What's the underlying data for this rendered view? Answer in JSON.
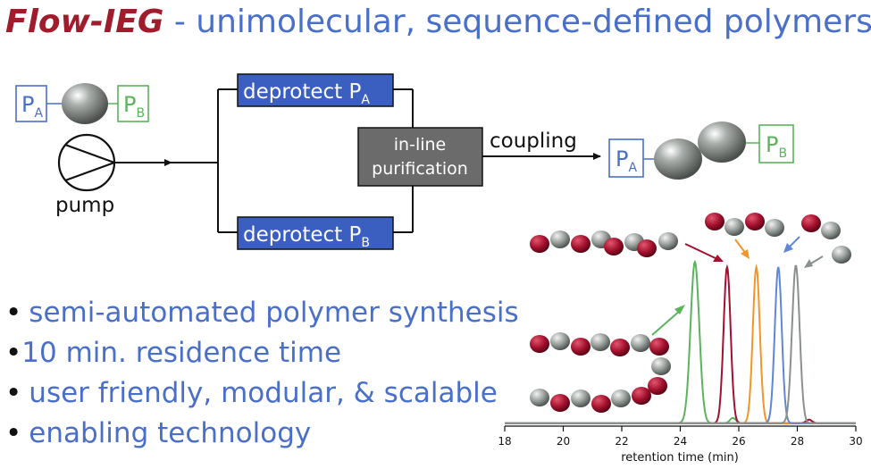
{
  "title": {
    "brand": "Flow-IEG",
    "rest": " - unimolecular, sequence-defined polymers"
  },
  "labels": {
    "pa": "P",
    "pa_sub": "A",
    "pb": "P",
    "pb_sub": "B",
    "pump": "pump",
    "deprotect_a": "deprotect P",
    "deprotect_a_sub": "A",
    "deprotect_b": "deprotect P",
    "deprotect_b_sub": "B",
    "purif_line1": "in-line",
    "purif_line2": "purification",
    "coupling": "coupling"
  },
  "bullets": [
    "semi-automated polymer synthesis",
    "10 min. residence time",
    "user friendly, modular, & scalable",
    "enabling technology"
  ],
  "colors": {
    "brand": "#a01c2c",
    "blue": "#4a6fc8",
    "box_blue": "#3b5fc1",
    "green": "#5bb35b",
    "gray_box": "#6b6b6b",
    "red": "#a3112e",
    "orange": "#f0962a",
    "lightblue": "#5f87d6",
    "gray": "#8a918c"
  },
  "chart_data": {
    "type": "line",
    "xlabel": "retention time (min)",
    "xlim": [
      18,
      30
    ],
    "x_ticks": [
      18,
      20,
      22,
      24,
      26,
      28,
      30
    ],
    "ylim": [
      0,
      1
    ],
    "series": [
      {
        "color": "#5bb35b",
        "peak_x": 24.5,
        "height": 0.93,
        "width": 0.15,
        "small_peak_x": 25.8,
        "small_height": 0.03
      },
      {
        "color": "#a3112e",
        "peak_x": 25.6,
        "height": 0.9,
        "width": 0.12,
        "small_peak_x": 28.4,
        "small_height": 0.02
      },
      {
        "color": "#f0962a",
        "peak_x": 26.6,
        "height": 0.9,
        "width": 0.12
      },
      {
        "color": "#5f87d6",
        "peak_x": 27.35,
        "height": 0.9,
        "width": 0.12
      },
      {
        "color": "#8a918c",
        "peak_x": 27.95,
        "height": 0.91,
        "width": 0.13
      }
    ]
  }
}
